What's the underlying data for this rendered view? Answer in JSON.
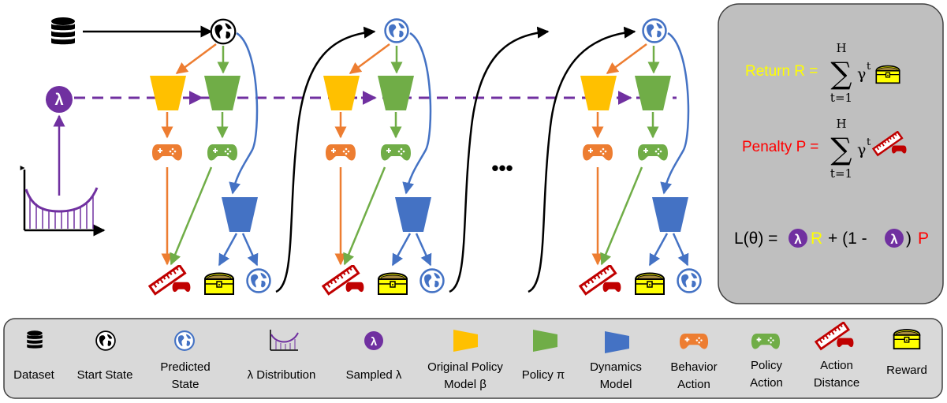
{
  "colors": {
    "original_policy": "#FFC000",
    "policy": "#70AD47",
    "dynamics": "#4472C4",
    "behavior_action": "#ED7D31",
    "action_distance": "#C00000",
    "lambda": "#7030A0",
    "reward": "#FFFF00",
    "panel_bg": "#BFBFBF",
    "legend_bg": "#D9D9D9"
  },
  "icons": {
    "dataset": "database-icon",
    "start_state": "globe-icon",
    "predicted_state": "globe-icon",
    "lambda_distribution": "curve-chart-icon",
    "sampled_lambda": "lambda-circle-icon",
    "original_policy": "trapezoid-icon",
    "policy": "trapezoid-icon",
    "dynamics": "trapezoid-icon",
    "behavior_action": "gamepad-icon",
    "policy_action": "gamepad-icon",
    "action_distance": "ruler-gamepad-icon",
    "reward": "treasure-chest-icon"
  },
  "diagram": {
    "lambda_symbol": "λ",
    "ellipsis": "•••"
  },
  "formulas": {
    "return_label": "Return R =",
    "penalty_label": "Penalty P =",
    "sum_upper": "H",
    "sum_lower": "t=1",
    "sum_symbol": "∑",
    "gamma": "γ",
    "power": "t",
    "loss_prefix": "L(θ) =",
    "loss_R": "R",
    "loss_mid": "+ (1 -",
    "loss_close": ")",
    "loss_P": "P",
    "lambda_symbol": "λ"
  },
  "legend": {
    "items": [
      {
        "lines": [
          "Dataset"
        ]
      },
      {
        "lines": [
          "Start State"
        ]
      },
      {
        "lines": [
          "Predicted",
          "State"
        ]
      },
      {
        "lines": [
          "λ Distribution"
        ]
      },
      {
        "lines": [
          "Sampled λ"
        ]
      },
      {
        "lines": [
          "Original Policy",
          "Model β"
        ]
      },
      {
        "lines": [
          "Policy π"
        ]
      },
      {
        "lines": [
          "Dynamics",
          "Model"
        ]
      },
      {
        "lines": [
          "Behavior",
          "Action"
        ]
      },
      {
        "lines": [
          "Policy",
          "Action"
        ]
      },
      {
        "lines": [
          "Action",
          "Distance"
        ]
      },
      {
        "lines": [
          "Reward"
        ]
      }
    ]
  }
}
